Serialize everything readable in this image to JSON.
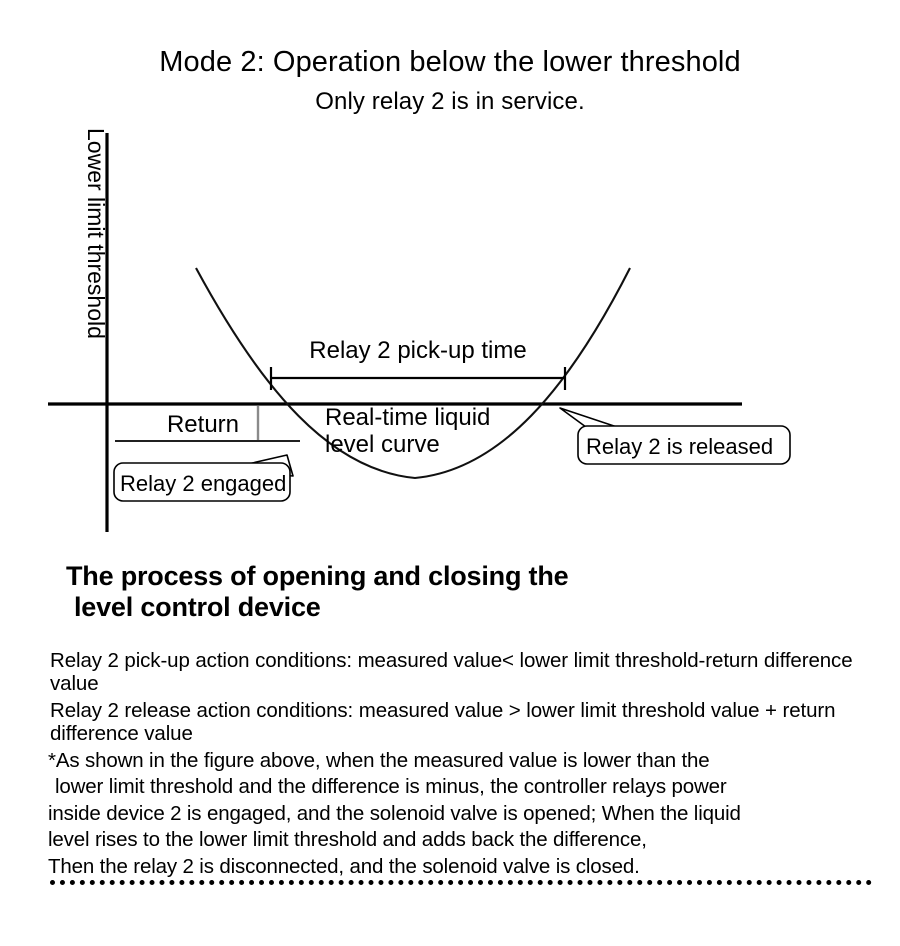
{
  "chart_data": {
    "type": "line",
    "title": "Mode 2: Operation below the lower threshold",
    "subtitle": "Only relay 2 is in service.",
    "ylabel": "Lower limit threshold",
    "xlabel": "",
    "grid": false,
    "legend": "none",
    "series": [
      {
        "name": "Real-time liquid curve",
        "description": "Parabolic liquid level curve dipping below the lower limit threshold line",
        "x": [
          196,
          240,
          290,
          340,
          390,
          415,
          450,
          500,
          550,
          600,
          630
        ],
        "y": [
          268,
          330,
          386,
          432,
          470,
          478,
          472,
          442,
          400,
          330,
          268
        ]
      }
    ],
    "threshold_line": {
      "name": "Lower limit threshold",
      "y": 404
    },
    "annotations": [
      {
        "name": "curve-label",
        "text": "Real-time liquid level curve"
      },
      {
        "name": "pickup-span",
        "text": "Relay 2 pick-up time",
        "x_start": 270,
        "x_end": 565
      },
      {
        "name": "return-span",
        "text": "Return",
        "x_start": 115,
        "x_end": 300
      },
      {
        "name": "engaged-callout",
        "text": "Relay 2 engaged"
      },
      {
        "name": "released-callout",
        "text": "Relay 2 is released"
      }
    ]
  },
  "chart": {
    "title": "Mode 2: Operation below the lower threshold",
    "subtitle": "Only relay 2 is in service.",
    "y_axis_label": "Lower limit threshold",
    "pickup_time_label": "Relay 2 pick-up time",
    "return_label": "Return",
    "curve_label_line1": "Real-time liquid",
    "curve_label_line2": "level curve",
    "callout_engaged": "Relay 2 engaged",
    "callout_released": "Relay 2 is released"
  },
  "body": {
    "heading_line1": "The process of opening and closing the",
    "heading_line2": "level control device",
    "condition_pickup": "Relay 2 pick-up action conditions: measured value< lower limit threshold-return difference value",
    "condition_release": "Relay 2 release action conditions: measured value > lower limit threshold value + return difference value",
    "note_line1": "*As shown in the figure above, when the measured value is lower than the",
    "note_line2": "lower limit threshold and the difference is minus, the controller relays power",
    "note_line3": "inside device 2 is engaged, and the solenoid valve is opened; When the liquid",
    "note_line4": "level rises to the lower limit threshold and adds back the difference,",
    "note_line5": "Then the relay 2 is disconnected, and the solenoid valve is closed."
  },
  "colors": {
    "ink": "#000000",
    "curve": "#111111",
    "tick_gray": "#8a8a8a",
    "background": "#ffffff"
  }
}
